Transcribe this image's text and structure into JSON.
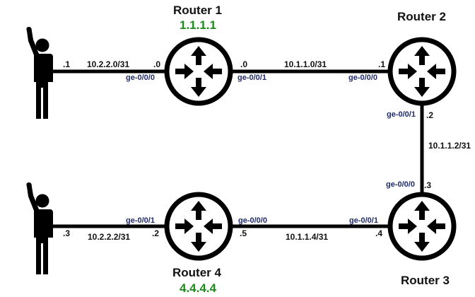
{
  "colors": {
    "router_id": "#1e8a1e",
    "interface": "#1f2a6b",
    "line": "#000000"
  },
  "routers": {
    "r1": {
      "name": "Router 1",
      "id": "1.1.1.1",
      "icon": "router-icon"
    },
    "r2": {
      "name": "Router 2",
      "icon": "router-icon"
    },
    "r3": {
      "name": "Router 3",
      "icon": "router-icon"
    },
    "r4": {
      "name": "Router 4",
      "id": "4.4.4.4",
      "icon": "router-icon"
    }
  },
  "hosts": {
    "h1": {
      "icon": "person-icon",
      "ip_suffix": ".1"
    },
    "h2": {
      "icon": "person-icon",
      "ip_suffix": ".3"
    }
  },
  "links": {
    "h1_r1": {
      "subnet": "10.2.2.0/31",
      "r1_suffix": ".0",
      "r1_if": "ge-0/0/0"
    },
    "r1_r2": {
      "subnet": "10.1.1.0/31",
      "r1_suffix": ".0",
      "r1_if": "ge-0/0/1",
      "r2_suffix": ".1",
      "r2_if": "ge-0/0/0"
    },
    "r2_r3": {
      "subnet": "10.1.1.2/31",
      "r2_suffix": ".2",
      "r2_if": "ge-0/0/1",
      "r3_suffix": ".3",
      "r3_if": "ge-0/0/0"
    },
    "r3_r4": {
      "subnet": "10.1.1.4/31",
      "r3_suffix": ".4",
      "r3_if": "ge-0/0/1",
      "r4_suffix": ".5",
      "r4_if": "ge-0/0/0"
    },
    "h2_r4": {
      "subnet": "10.2.2.2/31",
      "r4_suffix": ".2",
      "r4_if": "ge-0/0/1"
    }
  }
}
